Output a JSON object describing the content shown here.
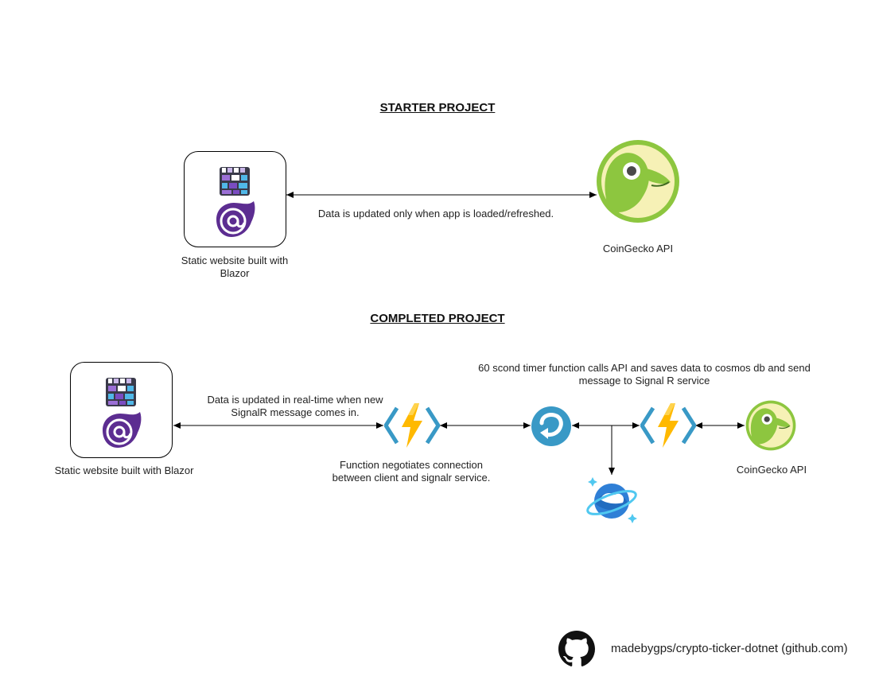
{
  "starter": {
    "heading": "STARTER PROJECT",
    "website_label": "Static website built with Blazor",
    "edge_label": "Data is updated only when app is loaded/refreshed.",
    "api_label": "CoinGecko API"
  },
  "completed": {
    "heading": "COMPLETED PROJECT",
    "website_label": "Static website built with Blazor",
    "realtime_label": "Data is updated in real-time when new SignalR message comes in.",
    "negotiate_label": "Function negotiates connection between client and signalr service.",
    "timer_label": "60 scond timer function calls API and saves data to cosmos db and send message to Signal R service",
    "api_label": "CoinGecko API"
  },
  "footer": {
    "repo_text": "madebygps/crypto-ticker-dotnet (github.com)"
  },
  "icons": {
    "blazor": "blazor-icon",
    "static_web_app": "static-web-app-icon",
    "function": "azure-function-icon",
    "signalr": "signalr-icon",
    "cosmos": "cosmos-db-icon",
    "coingecko": "coingecko-icon",
    "github": "github-icon"
  },
  "colors": {
    "blazor_purple": "#5C2D91",
    "function_yellow": "#FFB900",
    "function_blue": "#3999C6",
    "coingecko_green": "#8DC63F",
    "cosmos_blue": "#2F7FD6"
  }
}
